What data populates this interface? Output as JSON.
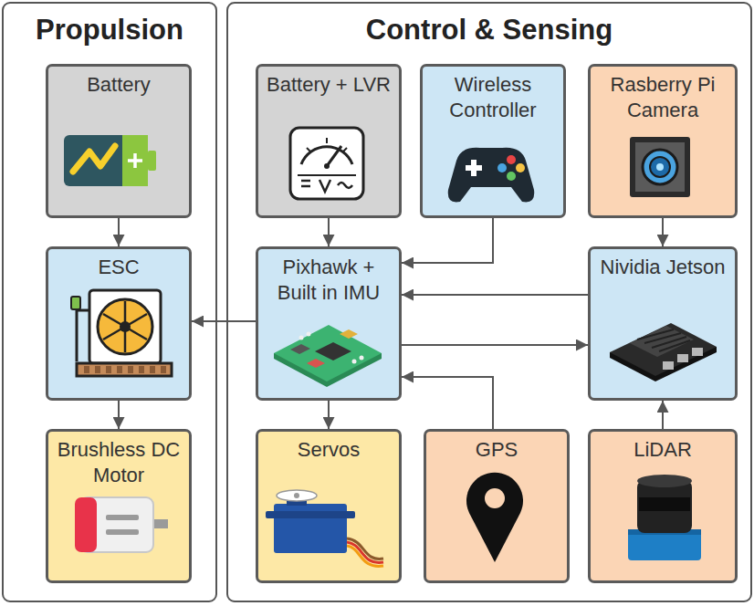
{
  "diagram": {
    "nodes": [
      {
        "text": [
          "Propulsion"
        ]
      },
      {
        "text": [
          "Battery"
        ],
        "in": 0
      },
      {
        "text": [
          "ESC"
        ],
        "in": 0
      },
      {
        "text": [
          "Brushless DC Motor"
        ],
        "in": 0
      },
      {
        "text": [
          "Control & Sensing"
        ]
      },
      {
        "text": [
          "Battery + LVR"
        ],
        "in": 4
      },
      {
        "text": [
          "Wireless Controller"
        ],
        "in": 4
      },
      {
        "text": [
          "Rasberry Pi Camera"
        ],
        "in": 4
      },
      {
        "text": [
          "Pixhawk + Built in IMU"
        ],
        "in": 4
      },
      {
        "text": [
          "Nividia Jetson"
        ],
        "in": 4
      },
      {
        "text": [
          "Servos"
        ],
        "in": 4
      },
      {
        "text": [
          "GPS"
        ],
        "in": 4
      },
      {
        "text": [
          "LiDAR"
        ],
        "in": 4
      }
    ],
    "edges": [
      {
        "from": 1,
        "to": 2,
        "arrow": "to"
      },
      {
        "from": 2,
        "to": 3,
        "arrow": "to"
      },
      {
        "from": 8,
        "to": 2,
        "arrow": "to"
      },
      {
        "from": 5,
        "to": 8,
        "arrow": "to"
      },
      {
        "from": 6,
        "to": 8,
        "arrow": "to"
      },
      {
        "from": 7,
        "to": 9,
        "arrow": "to"
      },
      {
        "from": 9,
        "to": 8,
        "arrow": "to"
      },
      {
        "from": 8,
        "to": 9,
        "arrow": "to"
      },
      {
        "from": 8,
        "to": 10,
        "arrow": "to"
      },
      {
        "from": 11,
        "to": 8,
        "arrow": "to"
      },
      {
        "from": 12,
        "to": 9,
        "arrow": "to"
      }
    ]
  }
}
